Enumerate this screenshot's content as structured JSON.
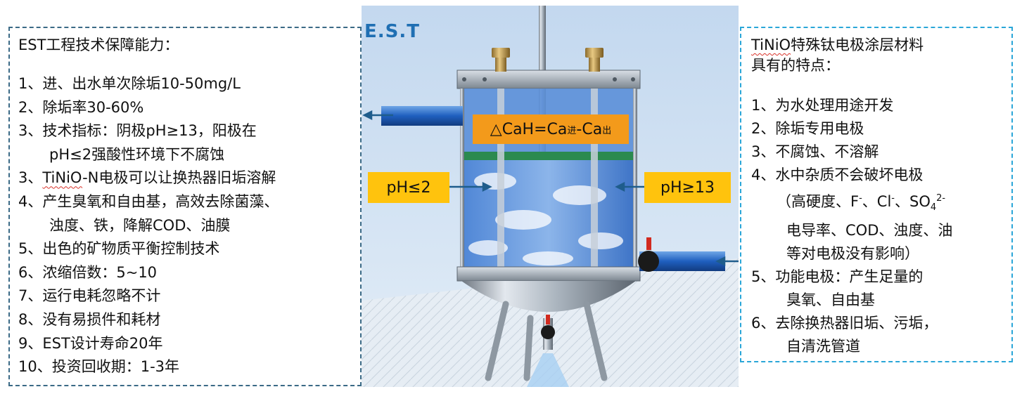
{
  "logo": "E.S.T",
  "formula": {
    "prefix": "△CaH=Ca",
    "sub_in": "进",
    "mid": "-Ca",
    "sub_out": "出"
  },
  "ph_low": "pH≤2",
  "ph_high": "pH≥13",
  "left_panel": {
    "title": "EST工程技术保障能力：",
    "lines": [
      "1、进、出水单次除垢10-50mg/L",
      "2、除垢率30-60%",
      "3、技术指标：阴极pH≥13，阳极在",
      "pH≤2强酸性环境下不腐蚀",
      "3、TiNiO-N电极可以让换热器旧垢溶解",
      "4、产生臭氧和自由基，高效去除菌藻、",
      "浊度、铁，降解COD、油膜",
      "5、出色的矿物质平衡控制技术",
      "6、浓缩倍数：5~10",
      "7、运行电耗忽略不计",
      "8、没有易损件和耗材",
      "9、EST设计寿命20年",
      "10、投资回收期：1-3年"
    ]
  },
  "right_panel": {
    "title_1": "TiNiO特殊钛电极涂层材料",
    "title_2": "具有的特点：",
    "lines": [
      "1、为水处理用途开发",
      "2、除垢专用电极",
      "3、不腐蚀、不溶解",
      "4、水中杂质不会破坏电极",
      "（高硬度、F-、Cl-、SO42-",
      "电导率、COD、浊度、油",
      "等对电极没有影响）",
      "5、功能电极：产生足量的",
      "臭氧、自由基",
      "6、去除换热器旧垢、污垢，",
      "自清洗管道"
    ],
    "ion_line": {
      "prefix": "（高硬度、F",
      "sup1": "-",
      "sep1": "、Cl",
      "sup2": "-",
      "sep2": "、SO",
      "sub": "4",
      "sup3": "2-"
    }
  },
  "colors": {
    "left_border": "#3b6a86",
    "right_border": "#2aa6d8",
    "formula_bg": "#f39a1b",
    "ph_bg": "#ffc30d",
    "logo": "#1f6fb3"
  }
}
